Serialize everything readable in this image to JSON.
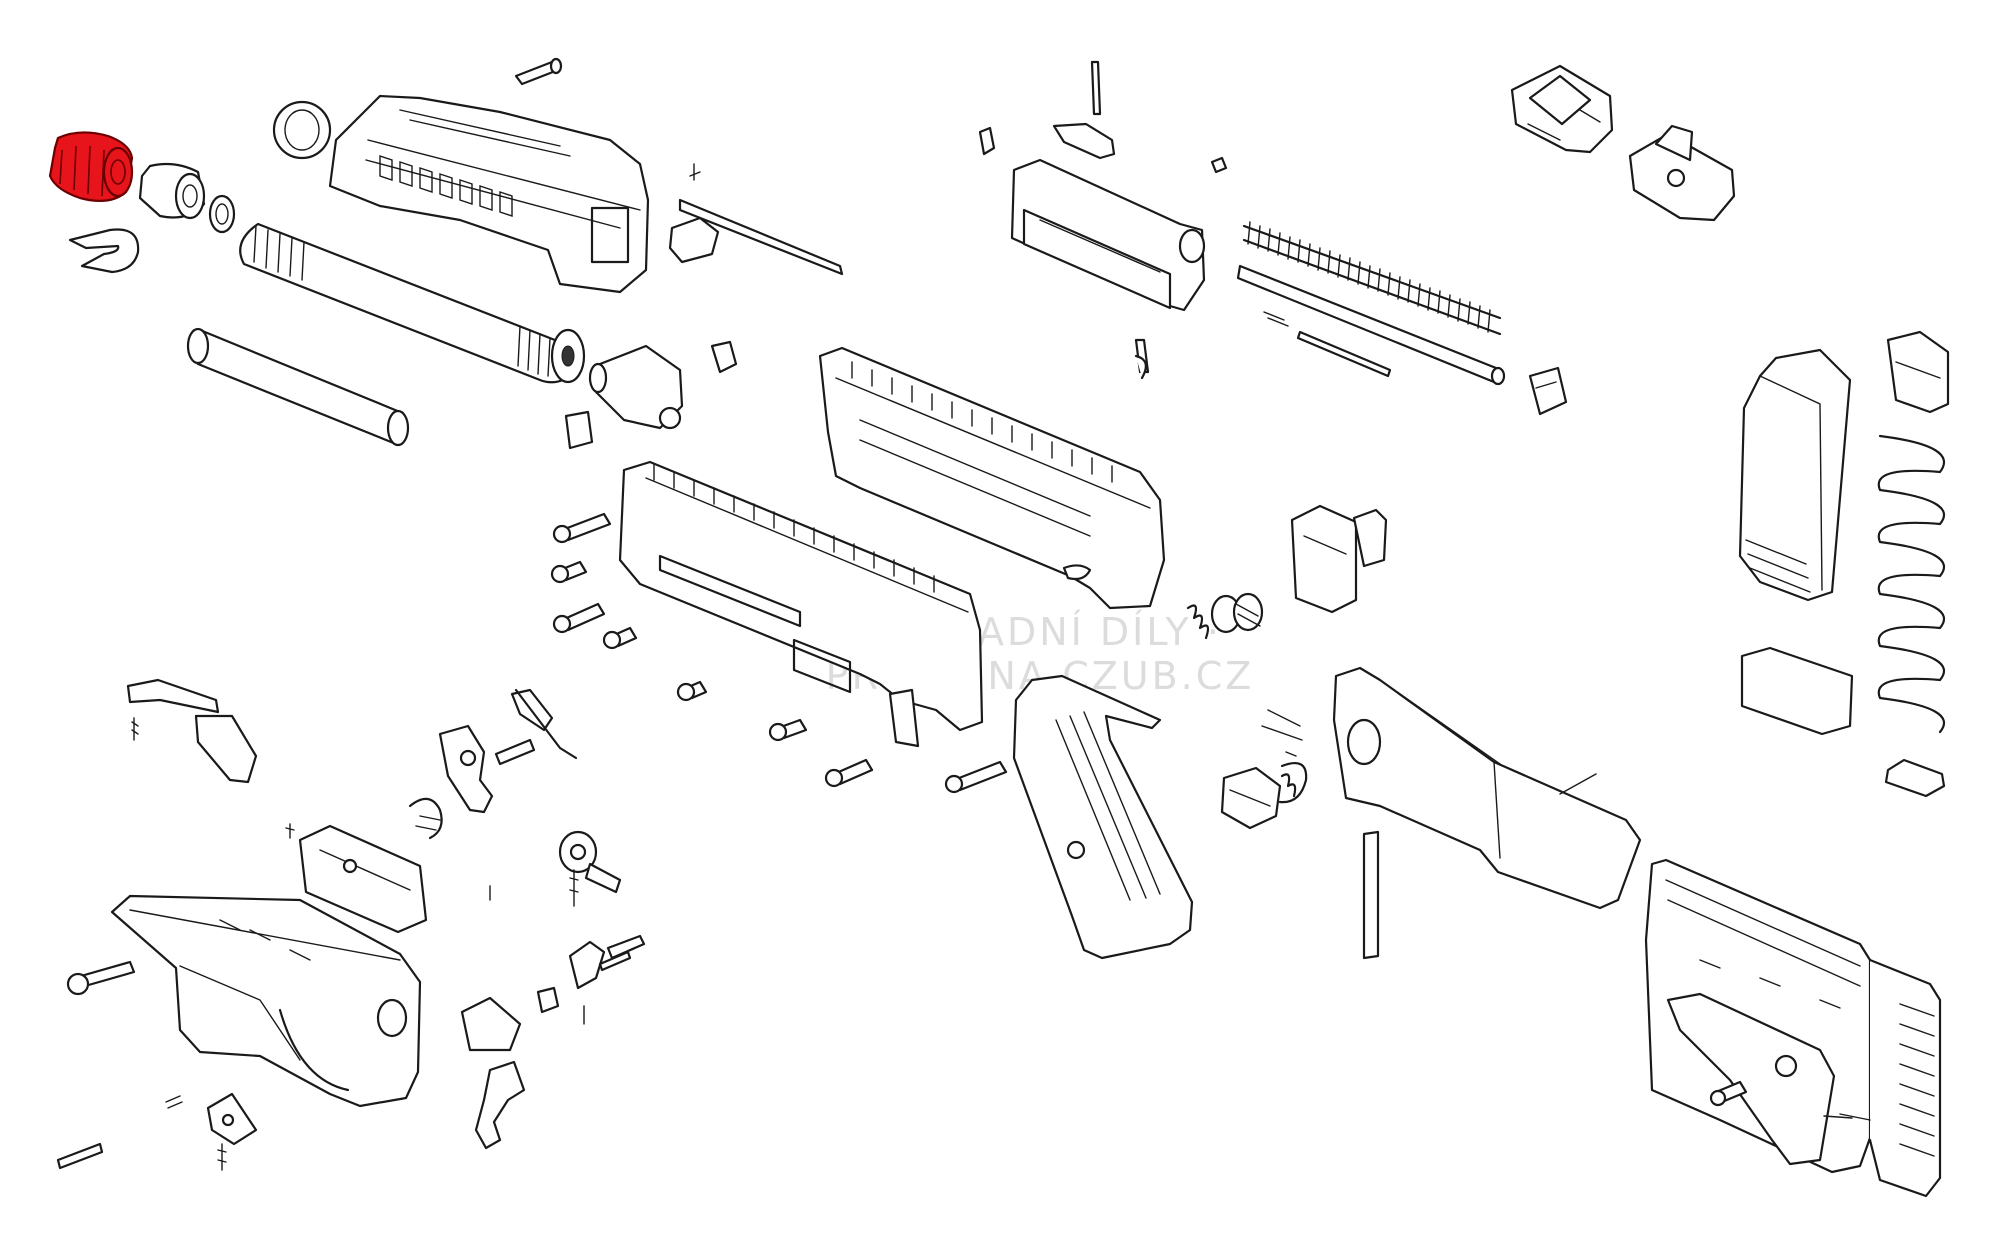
{
  "watermark": {
    "text": "NÁHRADNÍ DÍLY · PRODEJNA.CZUB.CZ"
  },
  "highlight": {
    "color": "#e8141c",
    "selected_part": "flash-hider"
  },
  "parts": [
    "flash-hider",
    "thread-adapter",
    "lock-washer",
    "retaining-clip",
    "barrel-nut",
    "barrel",
    "suppressor-tube",
    "handguard",
    "cross-pin",
    "charging-handle",
    "charging-handle-mount",
    "front-sight-base",
    "upper-receiver-rail",
    "lower-frame-rail",
    "bolt-carrier",
    "recoil-spring",
    "guide-rod",
    "firing-pin",
    "rear-sight",
    "front-sight",
    "magazine",
    "magazine-follower",
    "magazine-spring",
    "magazine-floorplate",
    "magazine-catch",
    "pistol-grip",
    "stock-hinge",
    "folding-stock",
    "butt-pad",
    "hinge-pin",
    "trigger-group",
    "trigger",
    "hammer",
    "safety-selector",
    "bolt-release",
    "trigger-housing",
    "buttons-and-springs"
  ]
}
